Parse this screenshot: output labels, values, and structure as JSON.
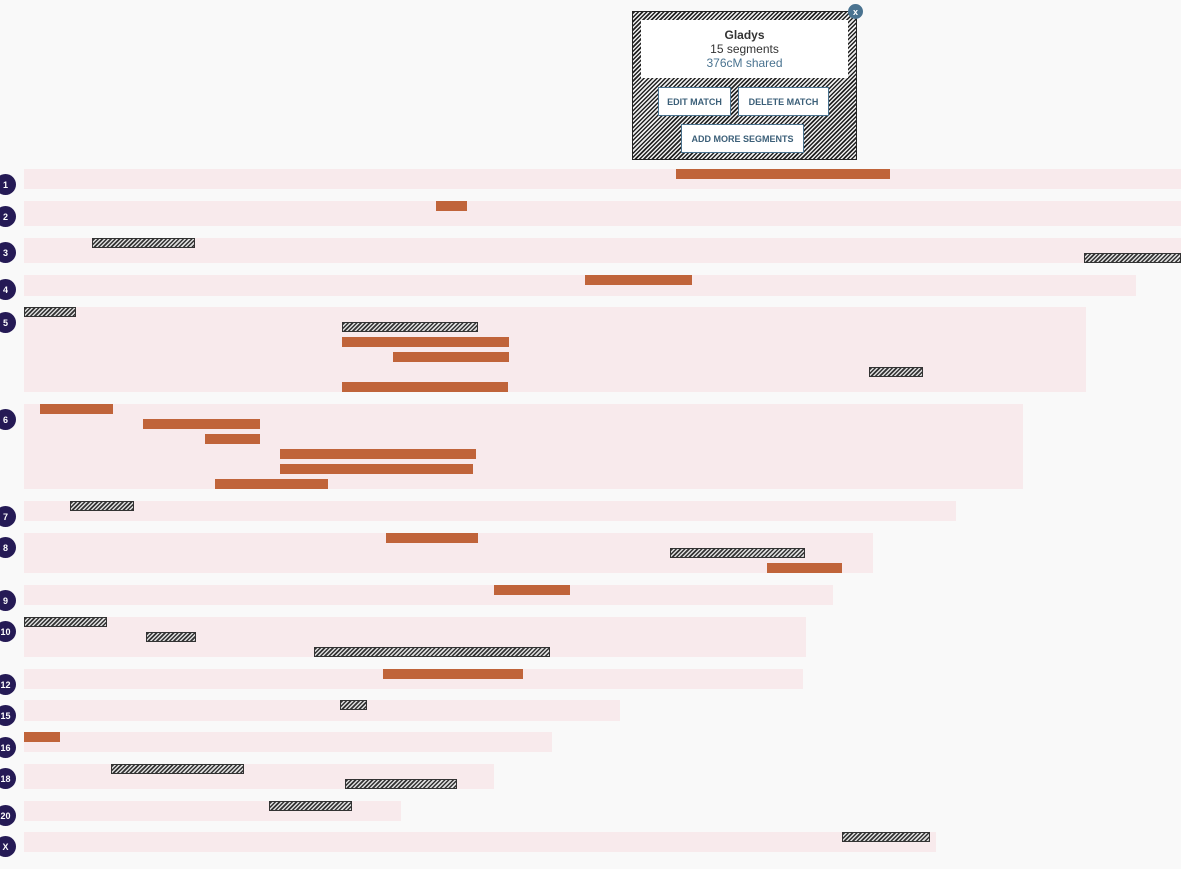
{
  "match_popup": {
    "name": "Gladys",
    "segments": "15 segments",
    "shared": "376cM shared",
    "edit_label": "EDIT MATCH",
    "delete_label": "DELETE MATCH",
    "add_label": "ADD MORE SEGMENTS",
    "close_label": "x"
  },
  "chromosomes": [
    "1",
    "2",
    "3",
    "4",
    "5",
    "6",
    "7",
    "8",
    "9",
    "10",
    "12",
    "15",
    "16",
    "18",
    "20",
    "X"
  ],
  "colors": {
    "own_segment": "#c0643a",
    "row_bg": "#f8eaec",
    "badge": "#251a55",
    "accent": "#4a7390"
  }
}
